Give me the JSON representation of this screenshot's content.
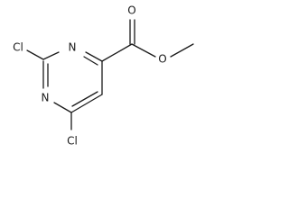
{
  "molecule": {
    "atoms": {
      "chlorine_top": "Cl",
      "chlorine_bottom": "Cl",
      "nitrogen_upper": "N",
      "nitrogen_lower": "N",
      "oxygen_carbonyl": "O",
      "oxygen_ester": "O"
    }
  }
}
